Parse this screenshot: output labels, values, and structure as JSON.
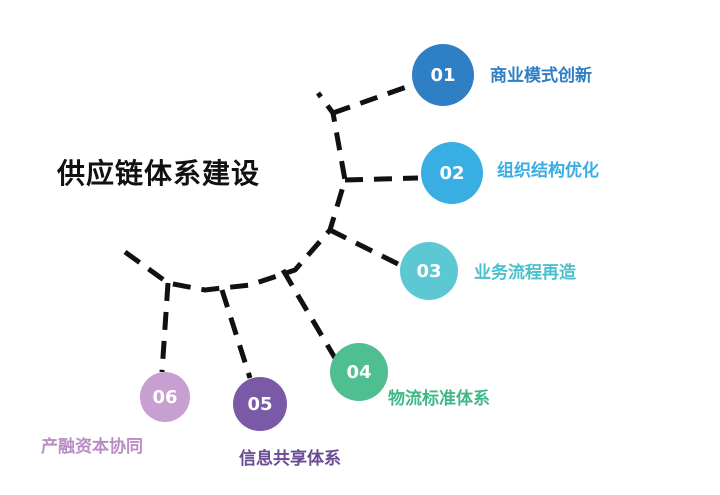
{
  "title": "供应链体系建设",
  "items": [
    {
      "number": "01",
      "label": "商业模式创新",
      "color": "#2e7fc4",
      "label_color": "#2e7fc4"
    },
    {
      "number": "02",
      "label": "组织结构优化",
      "color": "#38aee3",
      "label_color": "#38aee3"
    },
    {
      "number": "03",
      "label": "业务流程再造",
      "color": "#5cc8d3",
      "label_color": "#4ac0cc"
    },
    {
      "number": "04",
      "label": "物流标准体系",
      "color": "#4fbe91",
      "label_color": "#40b787"
    },
    {
      "number": "05",
      "label": "信息共享体系",
      "color": "#7a5aa6",
      "label_color": "#6a4b96"
    },
    {
      "number": "06",
      "label": "产融资本协同",
      "color": "#c79fd0",
      "label_color": "#b98dc4"
    }
  ]
}
